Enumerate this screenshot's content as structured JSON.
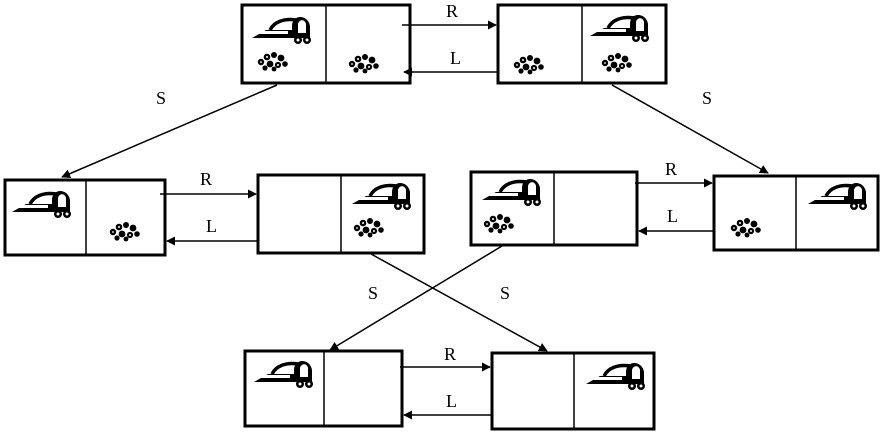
{
  "labels": {
    "top_r": "R",
    "top_l": "L",
    "mid_left_r": "R",
    "mid_left_l": "L",
    "mid_right_r": "R",
    "mid_right_l": "L",
    "bottom_r": "R",
    "bottom_l": "L",
    "top_left_s": "S",
    "top_right_s": "S",
    "cross_left_s": "S",
    "cross_right_s": "S"
  },
  "states": [
    {
      "id": "top-left",
      "vacuum": "left",
      "dirt": [
        "left",
        "right"
      ]
    },
    {
      "id": "top-right",
      "vacuum": "right",
      "dirt": [
        "left",
        "right"
      ]
    },
    {
      "id": "mid-left-a",
      "vacuum": "left",
      "dirt": [
        "right"
      ]
    },
    {
      "id": "mid-left-b",
      "vacuum": "right",
      "dirt": [
        "right"
      ]
    },
    {
      "id": "mid-right-a",
      "vacuum": "left",
      "dirt": [
        "left"
      ]
    },
    {
      "id": "mid-right-b",
      "vacuum": "right",
      "dirt": [
        "left"
      ]
    },
    {
      "id": "bottom-left",
      "vacuum": "left",
      "dirt": []
    },
    {
      "id": "bottom-right",
      "vacuum": "right",
      "dirt": []
    }
  ]
}
